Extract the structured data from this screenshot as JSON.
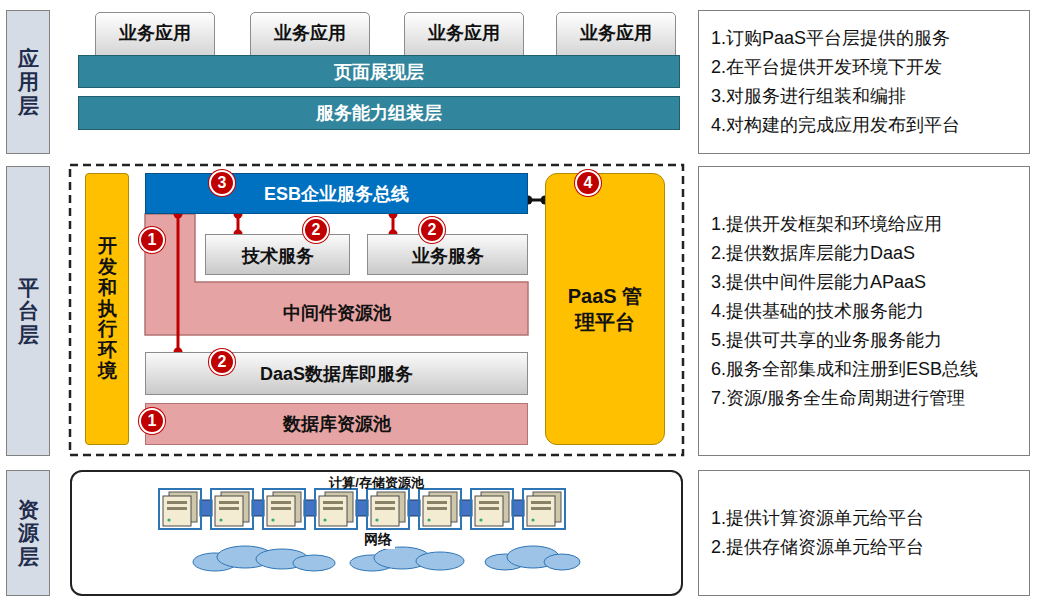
{
  "diagram": {
    "nodes": [
      {
        "text": [
          "应用层"
        ]
      },
      {
        "text": [
          "业务应用"
        ]
      },
      {
        "text": [
          "业务应用"
        ]
      },
      {
        "text": [
          "业务应用"
        ]
      },
      {
        "text": [
          "业务应用"
        ]
      },
      {
        "text": [
          "页面展现层"
        ]
      },
      {
        "text": [
          "服务能力组装层"
        ]
      },
      {
        "text": [
          "1.订购PaaS平台层提供的服务",
          "2.在平台提供开发环境下开发",
          "3.对服务进行组装和编排",
          "4.对构建的完成应用发布到平台"
        ]
      },
      {
        "text": [
          "平台层"
        ]
      },
      {
        "text": [
          "开发和执行环境"
        ]
      },
      {
        "text": [
          "ESB企业服务总线"
        ]
      },
      {
        "text": [
          "技术服务"
        ]
      },
      {
        "text": [
          "业务服务"
        ]
      },
      {
        "text": [
          "中间件资源池"
        ]
      },
      {
        "text": [
          "PaaS 管理平台"
        ]
      },
      {
        "text": [
          "DaaS数据库即服务"
        ]
      },
      {
        "text": [
          "数据库资源池"
        ]
      },
      {
        "text": [
          "1.提供开发框架和环境给应用",
          "2.提供数据库层能力DaaS",
          "3.提供中间件层能力APaaS",
          "4.提供基础的技术服务能力",
          "5.提供可共享的业务服务能力",
          "6.服务全部集成和注册到ESB总线",
          "7.资源/服务全生命周期进行管理"
        ]
      },
      {
        "text": [
          "资源层"
        ]
      },
      {
        "text": [
          "计算/存储资源池"
        ]
      },
      {
        "text": [
          "1.提供计算资源单元给平台",
          "2.提供存储资源单元给平台"
        ]
      }
    ],
    "edges": [
      {
        "from": 10,
        "to": 15,
        "arrow": "none"
      },
      {
        "from": 10,
        "to": 11,
        "arrow": "none"
      },
      {
        "from": 10,
        "to": 12,
        "arrow": "none"
      },
      {
        "from": 10,
        "to": 14,
        "arrow": "none"
      }
    ],
    "labels": [
      "3",
      "1",
      "2",
      "2",
      "4",
      "2",
      "1",
      "网络"
    ]
  }
}
